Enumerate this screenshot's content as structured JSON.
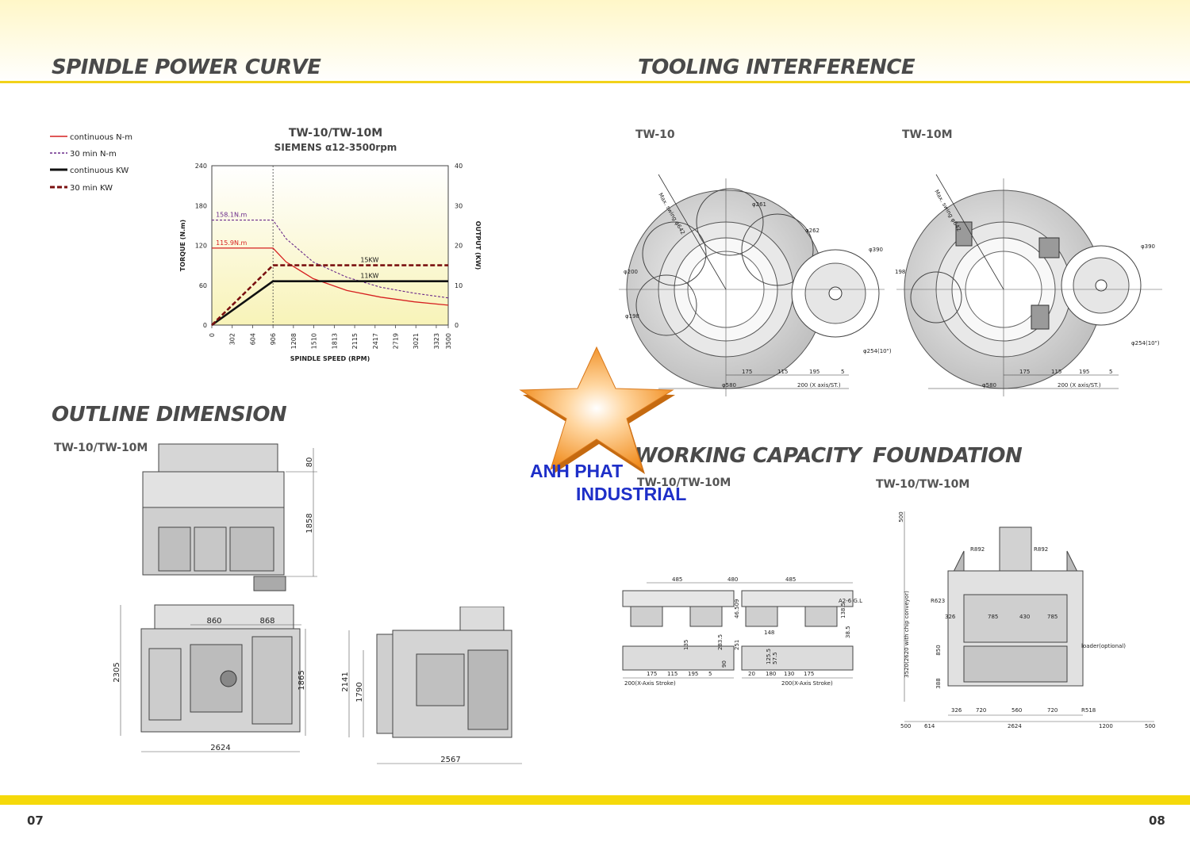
{
  "sections": {
    "spindle_power_curve": "SPINDLE POWER CURVE",
    "tooling_interference": "TOOLING INTERFERENCE",
    "outline_dimension": "OUTLINE DIMENSION",
    "working_capacity": "WORKING CAPACITY",
    "foundation": "FOUNDATION"
  },
  "subtitles": {
    "outline_model": "TW-10/TW-10M",
    "tooling_left": "TW-10",
    "tooling_right": "TW-10M",
    "working_model": "TW-10/TW-10M",
    "foundation_model": "TW-10/TW-10M"
  },
  "watermark": {
    "line1": "ANH PHAT",
    "line2": "INDUSTRIAL"
  },
  "pages": {
    "left": "07",
    "right": "08"
  },
  "colors": {
    "accent_yellow": "#f5d90a",
    "torque_red": "#d62020",
    "torque_purple": "#6a2a8a",
    "power_black": "#111111",
    "power_darkred": "#7a1010",
    "watermark_blue": "#1e2fc8"
  },
  "chart_data": {
    "type": "line",
    "title": "TW-10/TW-10M",
    "subtitle": "SIEMENS α12-3500rpm",
    "xlabel": "SPINDLE SPEED (RPM)",
    "ylabel": "TORQUE (N.m)",
    "y2label": "OUTPUT (KW)",
    "x_ticks": [
      "0",
      "302",
      "604",
      "906",
      "1208",
      "1510",
      "1813",
      "2115",
      "2417",
      "2719",
      "3021",
      "3323",
      "3500"
    ],
    "xlim": [
      0,
      3500
    ],
    "ylim": [
      0,
      240
    ],
    "y_ticks": [
      "0",
      "60",
      "120",
      "180",
      "240"
    ],
    "y2lim": [
      0,
      40
    ],
    "y2_ticks": [
      "0",
      "10",
      "20",
      "30",
      "40"
    ],
    "legend_position": "left",
    "series": [
      {
        "name": "continuous N-m",
        "axis": "left",
        "x": [
          0,
          906,
          1100,
          1500,
          2000,
          2500,
          3000,
          3500
        ],
        "y": [
          115.9,
          115.9,
          95,
          70,
          52,
          42,
          35,
          30
        ]
      },
      {
        "name": "30 min N-m",
        "axis": "left",
        "x": [
          0,
          906,
          1100,
          1500,
          2000,
          2500,
          3000,
          3500
        ],
        "y": [
          158.1,
          158.1,
          130,
          95,
          72,
          57,
          48,
          41
        ]
      },
      {
        "name": "continuous KW",
        "axis": "right",
        "x": [
          0,
          906,
          3500
        ],
        "y": [
          0,
          11,
          11
        ]
      },
      {
        "name": "30 min KW",
        "axis": "right",
        "x": [
          0,
          906,
          3500
        ],
        "y": [
          0,
          15,
          15
        ]
      }
    ],
    "annotations": [
      {
        "text": "158.1N.m",
        "x": 60,
        "y": 158.1,
        "axis": "left"
      },
      {
        "text": "115.9N.m",
        "x": 60,
        "y": 115.9,
        "axis": "left"
      },
      {
        "text": "15KW",
        "x": 2200,
        "y": 15,
        "axis": "right"
      },
      {
        "text": "11KW",
        "x": 2200,
        "y": 11,
        "axis": "right"
      }
    ]
  },
  "tooling": {
    "left": {
      "labels": [
        "Max. swing φ642",
        "φ261",
        "φ262",
        "φ390",
        "φ200",
        "φ198",
        "φ254(10\")",
        "175",
        "115",
        "195",
        "5",
        "φ580",
        "200 (X axis/ST.)"
      ]
    },
    "right": {
      "labels": [
        "Max. swing φ642",
        "φ390",
        "198",
        "φ254(10\")",
        "175",
        "115",
        "195",
        "5",
        "φ580",
        "200 (X axis/ST.)"
      ]
    }
  },
  "outline": {
    "top_view": [
      "80",
      "1858"
    ],
    "front_view": [
      "860",
      "868",
      "2305",
      "1865",
      "2624"
    ],
    "side_view": [
      "2141",
      "1790",
      "2567"
    ]
  },
  "working": {
    "dims": [
      "485",
      "480",
      "485",
      "A2-6 G.L",
      "175",
      "115",
      "195",
      "5",
      "200(X-Axis Stroke)",
      "20",
      "180",
      "130",
      "175",
      "200(X-Axis Stroke)",
      "138.5",
      "38.5",
      "283.5",
      "251",
      "148",
      "90",
      "125.5",
      "57.5",
      "135",
      "46.509"
    ]
  },
  "foundation_drawing": {
    "dims": [
      "500",
      "R892",
      "R892",
      "R623",
      "326",
      "785",
      "430",
      "785",
      "850",
      "388",
      "3520(2620 with chip conveyor)",
      "loader(optional)",
      "326",
      "720",
      "560",
      "720",
      "R518",
      "500",
      "614",
      "2624",
      "1200",
      "500"
    ]
  }
}
